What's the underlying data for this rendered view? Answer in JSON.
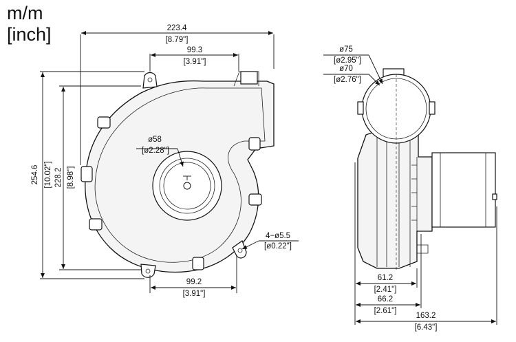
{
  "units": {
    "line1": "m/m",
    "line2": "[inch]"
  },
  "front_view": {
    "width_overall": {
      "mm": "223.4",
      "inch": "[8.79\"]"
    },
    "outlet_width": {
      "mm": "99.3",
      "inch": "[3.91\"]"
    },
    "inlet_diameter": {
      "mm": "ø58",
      "inch": "[ø2.28\"]"
    },
    "height_overall": {
      "mm": "254.6",
      "inch": "[10.02\"]"
    },
    "height_body": {
      "mm": "228.2",
      "inch": "[8.98\"]"
    },
    "mount_holes": {
      "mm": "4−ø5.5",
      "inch": "[ø0.22\"]"
    },
    "base_width": {
      "mm": "99.2",
      "inch": "[3.91\"]"
    }
  },
  "side_view": {
    "outlet_outer_diameter": {
      "mm": "ø75",
      "inch": "[ø2.95\"]"
    },
    "outlet_inner_diameter": {
      "mm": "ø70",
      "inch": "[ø2.76\"]"
    },
    "depth_housing": {
      "mm": "61.2",
      "inch": "[2.41\"]"
    },
    "depth_flange": {
      "mm": "66.2",
      "inch": "[2.61\"]"
    },
    "depth_overall": {
      "mm": "163.2",
      "inch": "[6.43\"]"
    }
  }
}
